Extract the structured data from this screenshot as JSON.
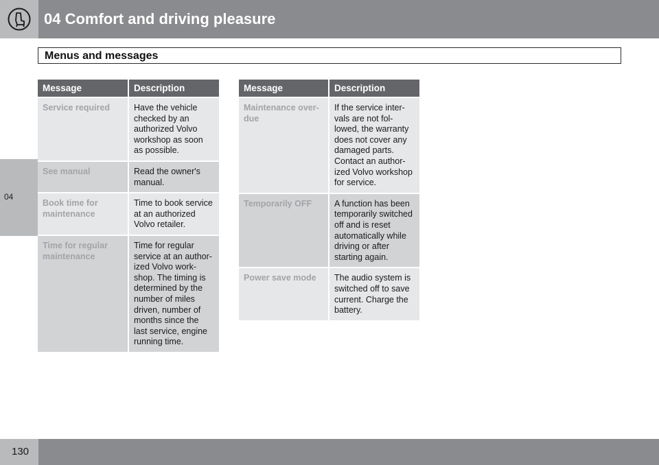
{
  "header": {
    "title": "04 Comfort and driving pleasure",
    "icon": "seat-icon"
  },
  "side_tab": {
    "label": "04"
  },
  "section": {
    "title": "Menus and messages"
  },
  "tables": [
    {
      "headers": [
        "Message",
        "Description"
      ],
      "rows": [
        {
          "message": "Service required",
          "description": "Have the vehicle checked by an authorized Volvo workshop as soon as possible."
        },
        {
          "message": "See manual",
          "description": "Read the owner's manual."
        },
        {
          "message": "Book time for maintenance",
          "description": "Time to book service at an authorized Volvo retailer."
        },
        {
          "message": "Time for regular maintenance",
          "description": "Time for regular service at an author-ized Volvo work-shop. The timing is determined by the number of miles driven, number of months since the last service, engine running time."
        }
      ]
    },
    {
      "headers": [
        "Message",
        "Description"
      ],
      "rows": [
        {
          "message": "Maintenance over-due",
          "description": "If the service inter-vals are not fol-lowed, the warranty does not cover any damaged parts. Contact an author-ized Volvo workshop for service."
        },
        {
          "message": "Temporarily OFF",
          "description": "A function has been temporarily switched off and is reset automatically while driving or after starting again."
        },
        {
          "message": "Power save mode",
          "description": "The audio system is switched off to save current. Charge the battery."
        }
      ]
    }
  ],
  "footer": {
    "page_number": "130"
  }
}
